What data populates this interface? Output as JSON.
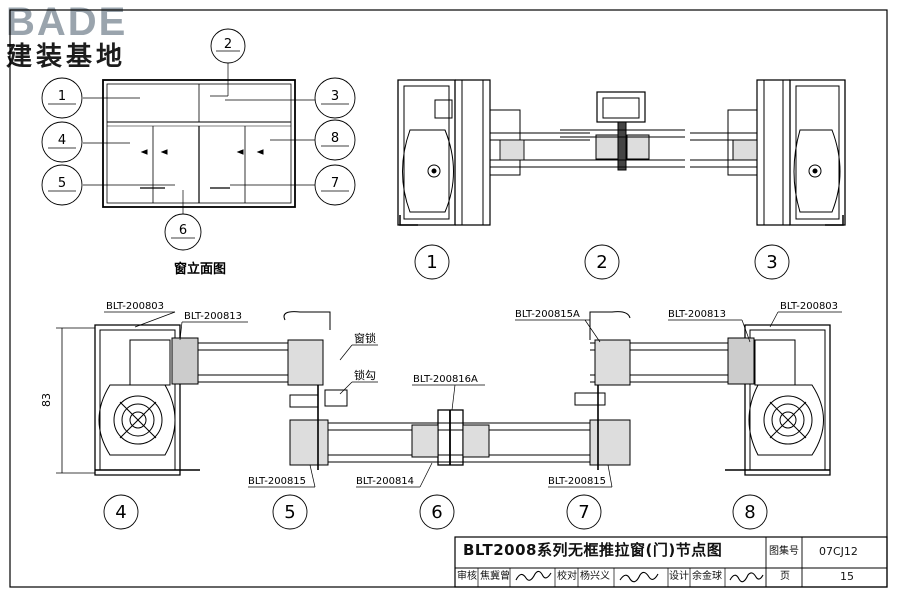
{
  "logo": {
    "brand": "BADE",
    "subtitle": "建装基地"
  },
  "elevation": {
    "caption": "窗立面图",
    "callouts": [
      {
        "num": "1"
      },
      {
        "num": "2"
      },
      {
        "num": "3"
      },
      {
        "num": "4"
      },
      {
        "num": "5"
      },
      {
        "num": "6"
      },
      {
        "num": "7"
      },
      {
        "num": "8"
      }
    ]
  },
  "details": {
    "labels": [
      "1",
      "2",
      "3",
      "4",
      "5",
      "6",
      "7",
      "8"
    ],
    "dimension": "83"
  },
  "parts": {
    "p200803_left": "BLT-200803",
    "p200813_left": "BLT-200813",
    "p200815A": "BLT-200815A",
    "p200813_right": "BLT-200813",
    "p200803_right": "BLT-200803",
    "p200816A": "BLT-200816A",
    "p200815_left": "BLT-200815",
    "p200814": "BLT-200814",
    "p200815_right": "BLT-200815",
    "window_lock": "窗锁",
    "lock_hook": "锁勾"
  },
  "titleblock": {
    "title": "BLT2008系列无框推拉窗(门)节点图",
    "atlas_label": "图集号",
    "atlas_no": "07CJ12",
    "review_label": "审核",
    "reviewer": "焦冀曾",
    "check_label": "校对",
    "checker": "杨兴义",
    "design_label": "设计",
    "designer": "余金球",
    "page_label": "页",
    "page_no": "15"
  }
}
